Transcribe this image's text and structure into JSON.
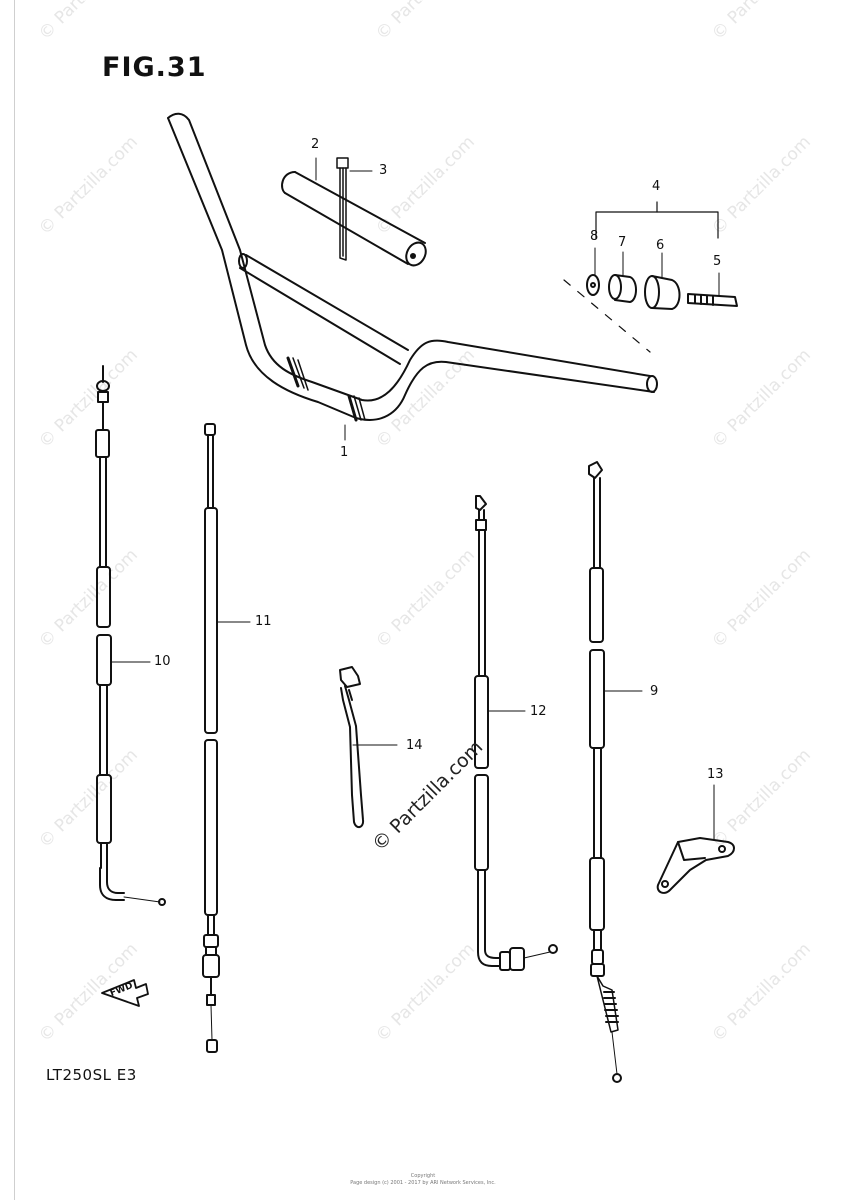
{
  "title": "FIG.31",
  "model": "LT250SL  E3",
  "fwd_label": "FWD",
  "watermark": "© Partzilla.com",
  "footer": {
    "line1": "Copyright",
    "line2": "Page design (c) 2001 - 2017 by ARI Network Services, Inc."
  },
  "callouts": {
    "c1": "1",
    "c2": "2",
    "c3": "3",
    "c4": "4",
    "c5": "5",
    "c6": "6",
    "c7": "7",
    "c8": "8",
    "c9": "9",
    "c10": "10",
    "c11": "11",
    "c12": "12",
    "c13": "13",
    "c14": "14"
  }
}
